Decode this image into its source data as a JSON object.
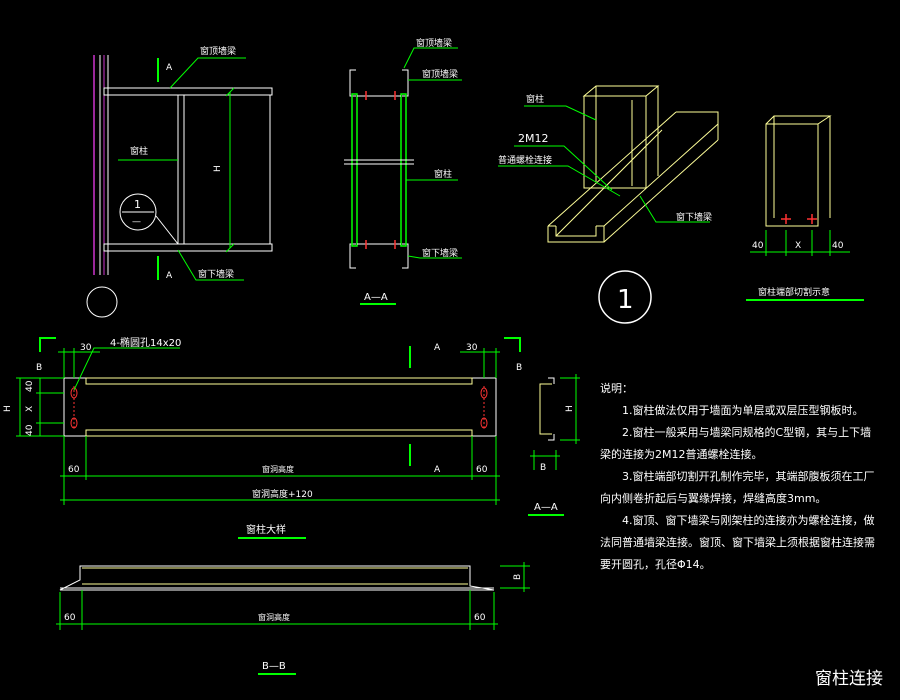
{
  "colors": {
    "background": "#000000",
    "line": "#ffffff",
    "steel": "#ffff99",
    "dim": "#00ff00",
    "hole": "#ff3333",
    "column": "#cc33cc"
  },
  "elevation": {
    "cut_mark": "A",
    "window_top_beam": "窗顶墙梁",
    "window_column": "窗柱",
    "window_bottom_beam": "窗下墙梁",
    "height": "H",
    "detail_num": "1",
    "detail_sub": "—"
  },
  "section_aa": {
    "window_top_beam": "窗顶墙梁",
    "window_top_beam_2": "窗顶墙梁",
    "window_column": "窗柱",
    "window_bottom_beam": "窗下墙梁",
    "title": "A—A"
  },
  "iso_view": {
    "window_column": "窗柱",
    "bolts": "2M12",
    "bolt_connection": "普通螺栓连接",
    "window_bottom_beam": "窗下墙梁",
    "detail_num": "1"
  },
  "column_end": {
    "dims": [
      "40",
      "X",
      "40"
    ],
    "title": "窗柱端部切割示意"
  },
  "column_detail": {
    "cut_b": "B",
    "cut_a": "A",
    "dim_30": "30",
    "holes_label": "4-椭圆孔14x20",
    "dim_h": "H",
    "dim_40": "40",
    "dim_x": "X",
    "dim_60": "60",
    "opening_height": "窗洞高度",
    "opening_height_plus": "窗洞高度+120",
    "title": "窗柱大样"
  },
  "section_aa_small": {
    "dim_h": "H",
    "dim_b": "B",
    "title": "A—A"
  },
  "section_bb": {
    "dim_b": "B",
    "dim_60": "60",
    "opening_height": "窗洞高度",
    "title": "B—B"
  },
  "notes": {
    "heading": "说明：",
    "items": [
      "1.窗柱做法仅用于墙面为单层或双层压型钢板时。",
      "2.窗柱一般采用与墙梁同规格的C型钢，其与上下墙梁的连接为2M12普通螺栓连接。",
      "3.窗柱端部切割开孔制作完毕，其端部腹板须在工厂向内侧卷折起后与翼缘焊接，焊缝高度3mm。",
      "4.窗顶、窗下墙梁与刚架柱的连接亦为螺栓连接，做法同普通墙梁连接。窗顶、窗下墙梁上须根据窗柱连接需要开圆孔，孔径Φ14。"
    ]
  },
  "sheet_title": "窗柱连接"
}
